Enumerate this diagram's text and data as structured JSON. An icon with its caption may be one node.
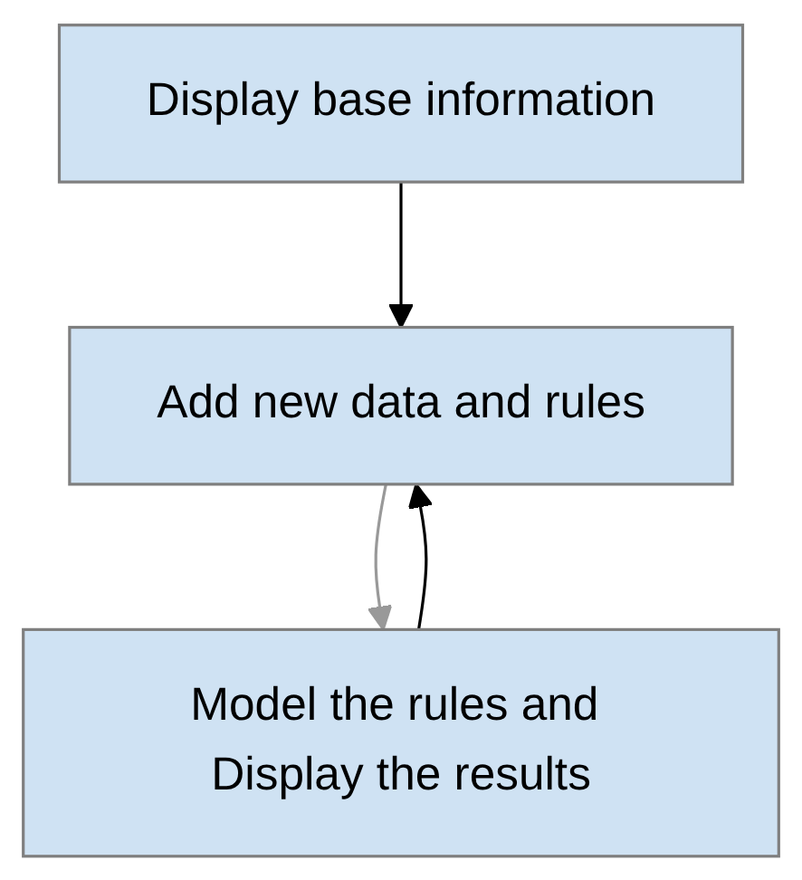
{
  "diagram": {
    "nodes": [
      {
        "text": [
          "Display base information"
        ]
      },
      {
        "text": [
          "Add new data and rules"
        ]
      },
      {
        "text": [
          "Model the rules and Display the results"
        ]
      }
    ],
    "edges": [
      {
        "from": 0,
        "to": 1,
        "arrow": "to"
      },
      {
        "from": 1,
        "to": 2,
        "arrow": "to",
        "color": "#999999"
      },
      {
        "from": 2,
        "to": 1,
        "arrow": "to"
      }
    ]
  }
}
